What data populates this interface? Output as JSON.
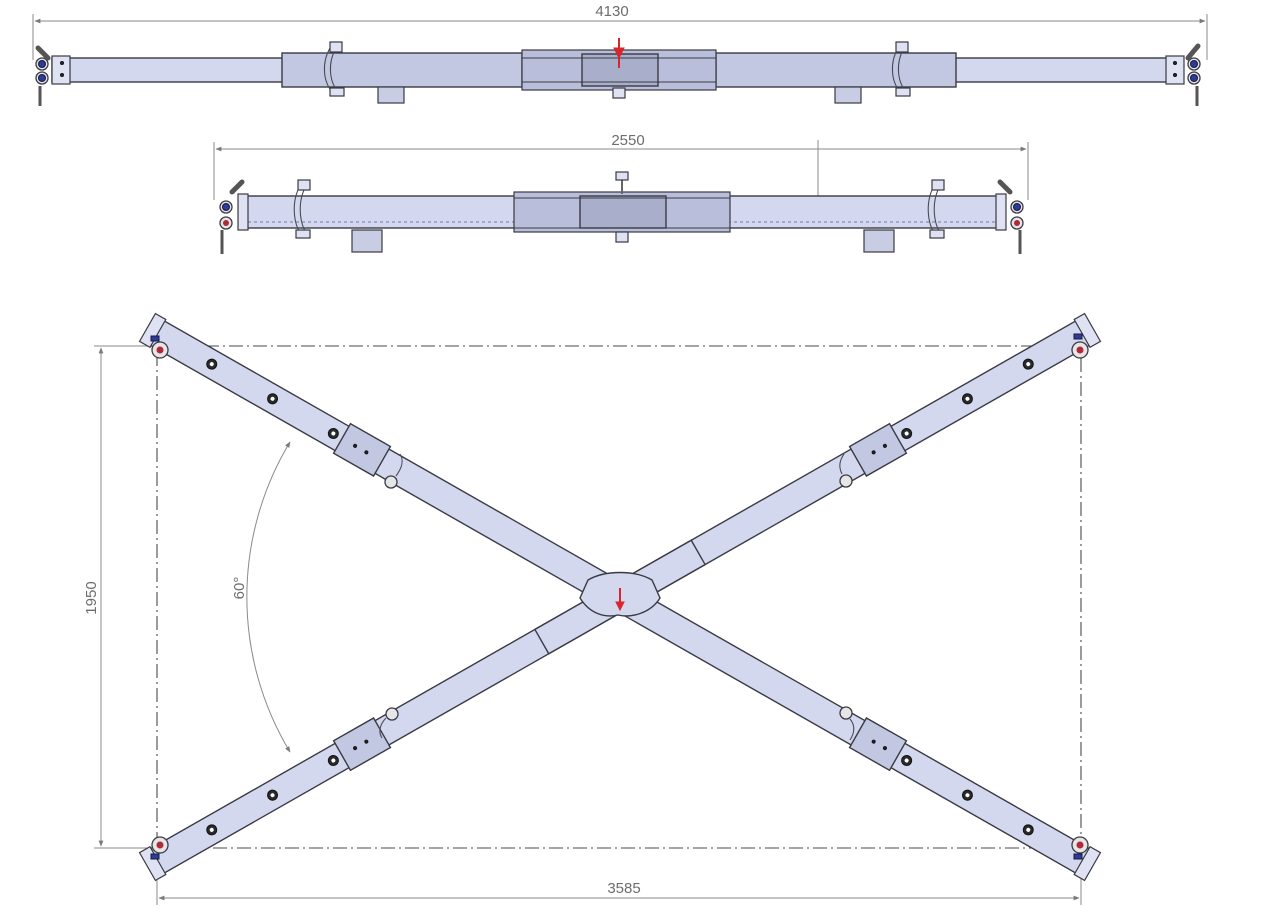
{
  "dimensions": {
    "top_view_length": "4130",
    "middle_view_length": "2550",
    "plan_height": "1950",
    "plan_width": "3585",
    "angle": "60°"
  },
  "colors": {
    "beam_fill": "#d3d8ef",
    "load_arrow": "#d8262a",
    "pin": "#2b3c9e"
  }
}
